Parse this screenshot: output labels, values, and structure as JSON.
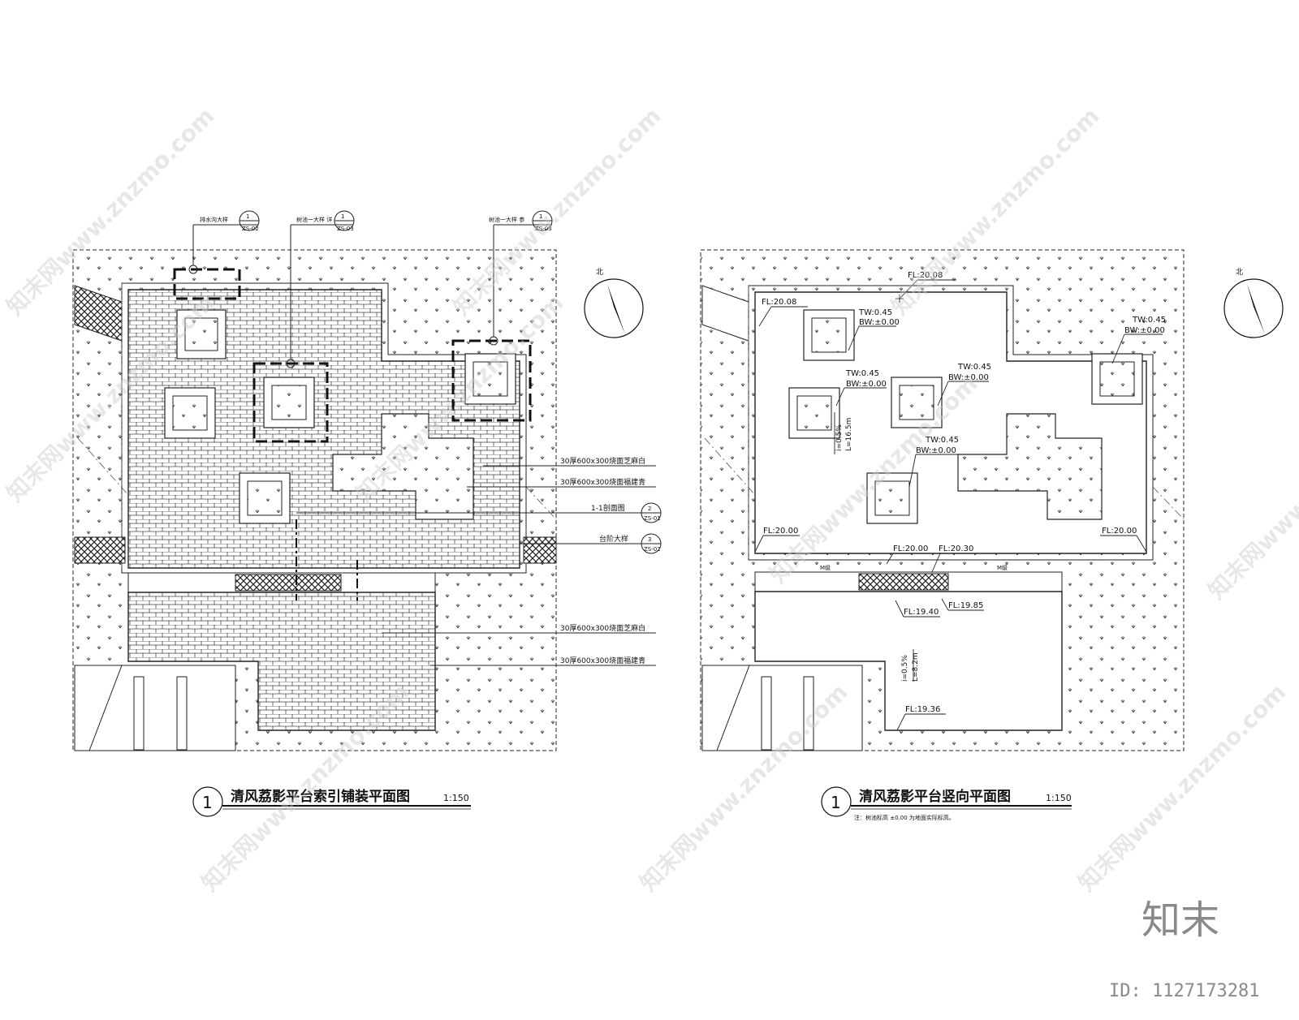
{
  "left_plan": {
    "title_number": "1",
    "title": "清风荔影平台索引铺装平面图",
    "scale": "1:150",
    "callouts_top": [
      {
        "label": "排水沟大样",
        "num": "1",
        "sheet": "ZS-02"
      },
      {
        "label": "树池一大样 详",
        "num": "1",
        "sheet": "ZS-03"
      },
      {
        "label": "树池一大样 参",
        "num": "1",
        "sheet": "ZS-03"
      }
    ],
    "callouts_right": [
      {
        "label": "30厚600x300烧面芝麻白"
      },
      {
        "label": "30厚600x300烧面福建青"
      },
      {
        "label": "1-1剖面图",
        "num": "2",
        "sheet": "ZS-01"
      },
      {
        "label": "台阶大样",
        "num": "3",
        "sheet": "ZS-02"
      },
      {
        "label": "30厚600x300烧面芝麻白"
      },
      {
        "label": "30厚600x300烧面福建青"
      }
    ]
  },
  "right_plan": {
    "title_number": "1",
    "title": "清风荔影平台竖向平面图",
    "scale": "1:150",
    "note": "注：树池标高 ±0.00 为地面实际标高。",
    "elevations": {
      "fl_top": "FL:20.08",
      "fl_left": "FL:20.08",
      "fl_bottom_left": "FL:20.00",
      "fl_bottom_right": "FL:20.00",
      "fl_step_left": "FL:20.00",
      "fl_step_right": "FL:20.30",
      "fl_lower_left": "FL:19.40",
      "fl_lower_right": "FL:19.85",
      "fl_bottom": "FL:19.36",
      "tw": "TW:0.45",
      "bw": "BW:±0.00",
      "slope_upper_i": "i=0.5%",
      "slope_upper_l": "L=16.5m",
      "slope_lower_i": "i=0.5%",
      "slope_lower_l": "L=8.2m",
      "step_tag": "M级"
    }
  },
  "north_label": "北",
  "watermark": "知末网www.znzmo.com",
  "brand": "知末",
  "image_id": "ID: 1127173281"
}
